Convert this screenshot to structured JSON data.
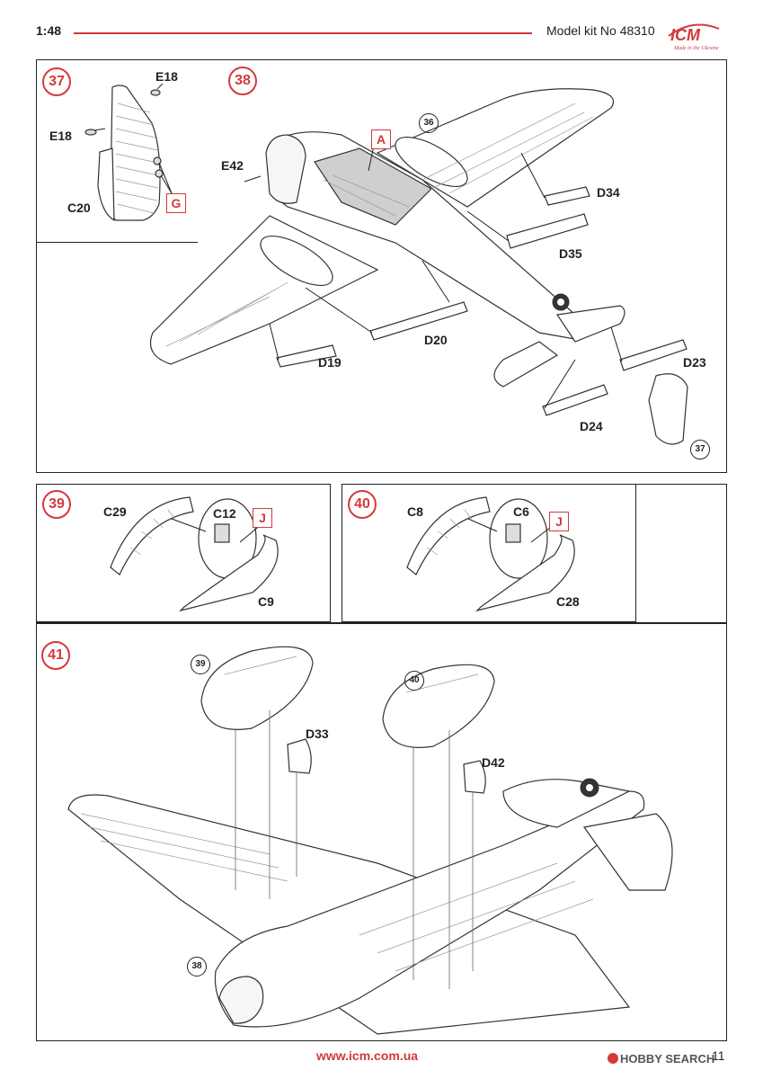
{
  "header": {
    "scale": "1:48",
    "kit": "Model kit No 48310",
    "logo_text": "ICM",
    "logo_tagline": "Made in the Ukraine",
    "accent": "#d23a3a"
  },
  "steps": {
    "s37": {
      "number": "37",
      "parts": [
        "E18",
        "E18",
        "C20"
      ],
      "callout": "G"
    },
    "s38": {
      "number": "38",
      "ref": "36",
      "callout": "A",
      "parts": {
        "e42": "E42",
        "d34": "D34",
        "d35": "D35",
        "d20": "D20",
        "d19": "D19",
        "d23": "D23",
        "d24": "D24"
      },
      "ref_bottom": "37"
    },
    "s39": {
      "number": "39",
      "parts": {
        "c29": "C29",
        "c12": "C12",
        "c9": "C9"
      },
      "callout": "J"
    },
    "s40": {
      "number": "40",
      "parts": {
        "c8": "C8",
        "c6": "C6",
        "c28": "C28"
      },
      "callout": "J"
    },
    "s41": {
      "number": "41",
      "refs": {
        "r39": "39",
        "r40": "40",
        "r38": "38"
      },
      "parts": {
        "d33": "D33",
        "d42": "D42"
      }
    }
  },
  "footer": {
    "url": "www.icm.com.ua",
    "watermark": "HOBBY SEARCH",
    "page": "11"
  }
}
